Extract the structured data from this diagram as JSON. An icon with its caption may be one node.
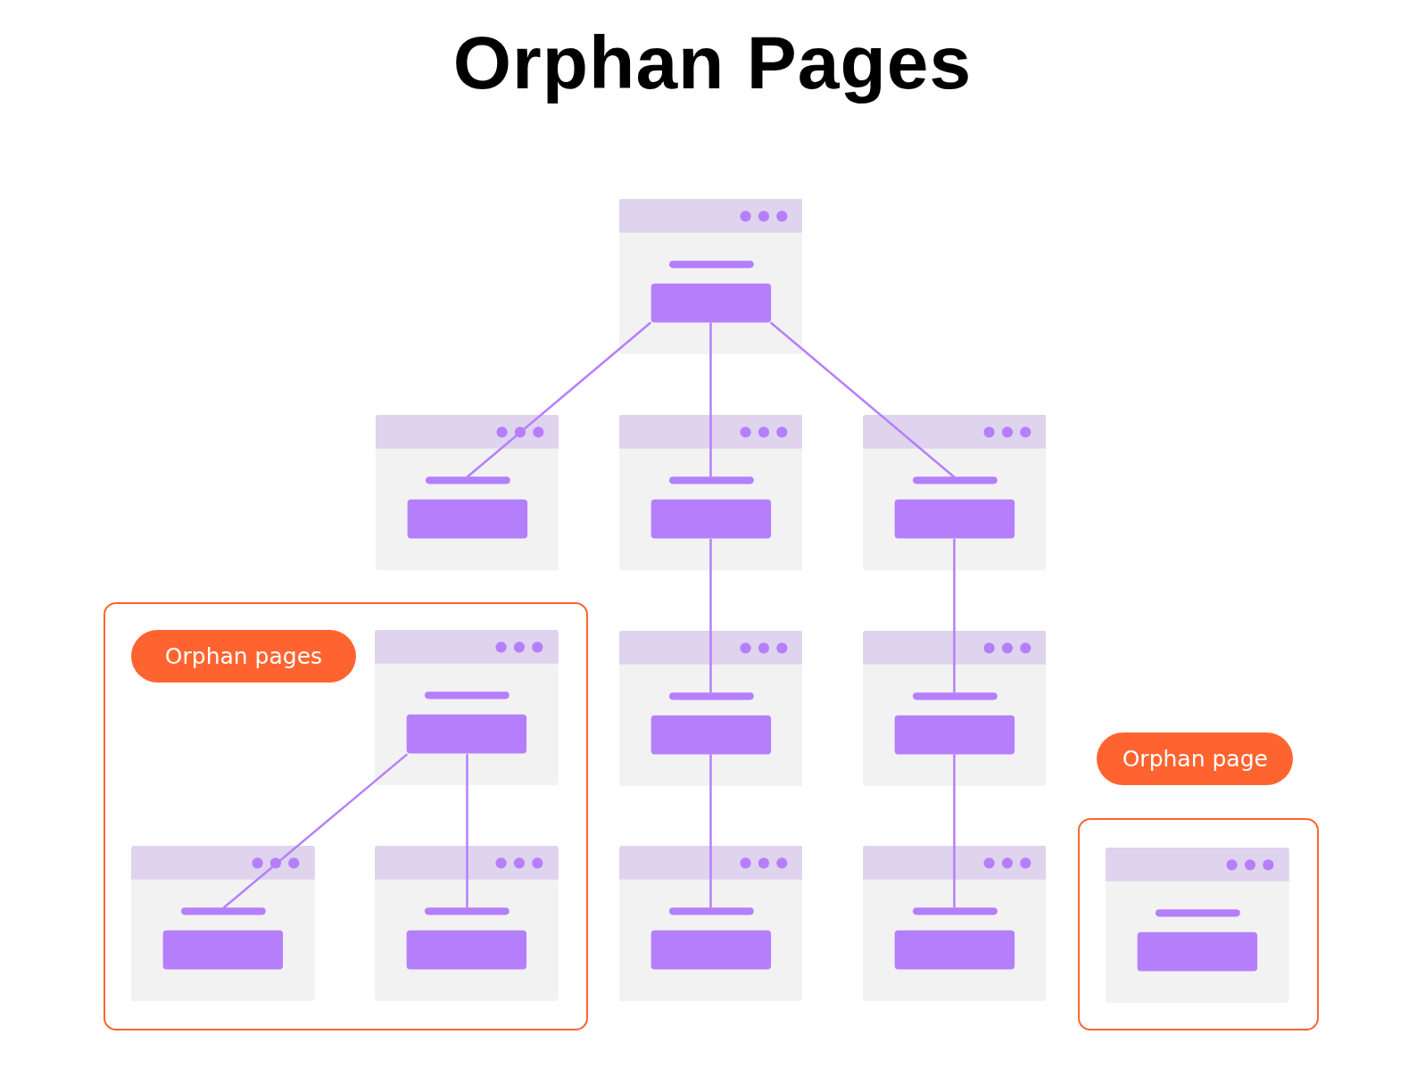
{
  "diagram": {
    "title": "Orphan Pages",
    "nodes": [
      {
        "text": [],
        "shape": "window"
      },
      {
        "text": [],
        "shape": "window"
      },
      {
        "text": [],
        "shape": "window"
      },
      {
        "text": [],
        "shape": "window"
      },
      {
        "text": [],
        "shape": "box"
      },
      {
        "text": [
          "Orphan pages"
        ],
        "in": 4
      },
      {
        "text": [],
        "shape": "window",
        "in": 4
      },
      {
        "text": [],
        "shape": "window"
      },
      {
        "text": [],
        "shape": "window"
      },
      {
        "text": [
          "Orphan page"
        ]
      },
      {
        "text": [],
        "shape": "box"
      },
      {
        "text": [],
        "shape": "window",
        "in": 4
      },
      {
        "text": [],
        "shape": "window",
        "in": 4
      },
      {
        "text": [],
        "shape": "window"
      },
      {
        "text": [],
        "shape": "window"
      },
      {
        "text": [],
        "shape": "window",
        "in": 10
      }
    ],
    "edges": [
      {
        "from": 0,
        "to": 1,
        "arrow": "none"
      },
      {
        "from": 0,
        "to": 2,
        "arrow": "none"
      },
      {
        "from": 0,
        "to": 3,
        "arrow": "none"
      },
      {
        "from": 2,
        "to": 7,
        "arrow": "none"
      },
      {
        "from": 7,
        "to": 13,
        "arrow": "none"
      },
      {
        "from": 3,
        "to": 8,
        "arrow": "none"
      },
      {
        "from": 8,
        "to": 14,
        "arrow": "none"
      },
      {
        "from": 6,
        "to": 11,
        "arrow": "none"
      },
      {
        "from": 6,
        "to": 12,
        "arrow": "none"
      }
    ]
  }
}
